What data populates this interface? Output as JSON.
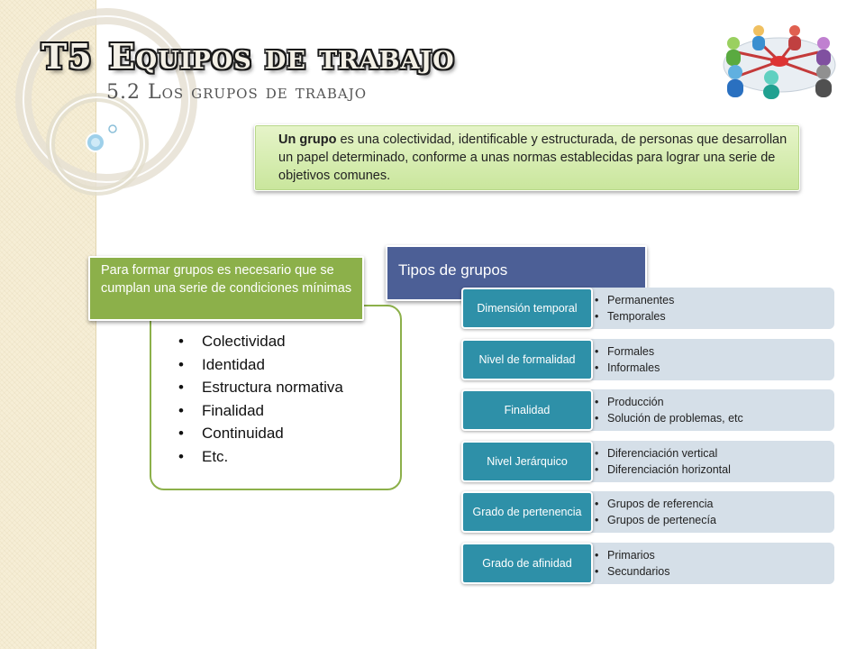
{
  "header": {
    "title_prefix": "T5",
    "title": "Equipos de trabajo",
    "subtitle": "5.2 Los grupos de trabajo",
    "icon": "people-network-icon"
  },
  "definition": {
    "bold": "Un grupo",
    "text": " es una colectividad,  identificable y estructurada, de personas que desarrollan un papel determinado,  conforme a unas normas establecidas para lograr una serie de objetivos comunes."
  },
  "conditions": {
    "header": "Para formar grupos es necesario que se cumplan una serie de condiciones mínimas",
    "items": [
      "Colectividad",
      "Identidad",
      "Estructura normativa",
      "Finalidad",
      "Continuidad",
      "Etc."
    ]
  },
  "tipos": {
    "header": "Tipos de grupos",
    "rows": [
      {
        "label": "Dimensión temporal",
        "items": [
          "Permanentes",
          "Temporales"
        ]
      },
      {
        "label": "Nivel de formalidad",
        "items": [
          "Formales",
          "Informales"
        ]
      },
      {
        "label": "Finalidad",
        "items": [
          "Producción",
          "Solución de problemas, etc"
        ]
      },
      {
        "label": "Nivel Jerárquico",
        "items": [
          "Diferenciación vertical",
          "Diferenciación horizontal"
        ]
      },
      {
        "label": "Grado de pertenencia",
        "items": [
          "Grupos de referencia",
          "Grupos de pertenecía"
        ]
      },
      {
        "label": "Grado de afinidad",
        "items": [
          "Primarios",
          "Secundarios"
        ]
      }
    ]
  },
  "colors": {
    "green_accent": "#8cb04a",
    "blue_header": "#4c5f96",
    "teal_label": "#2e90a8",
    "row_bg": "#d5dfe8",
    "definition_bg": "#d6ecb0"
  }
}
